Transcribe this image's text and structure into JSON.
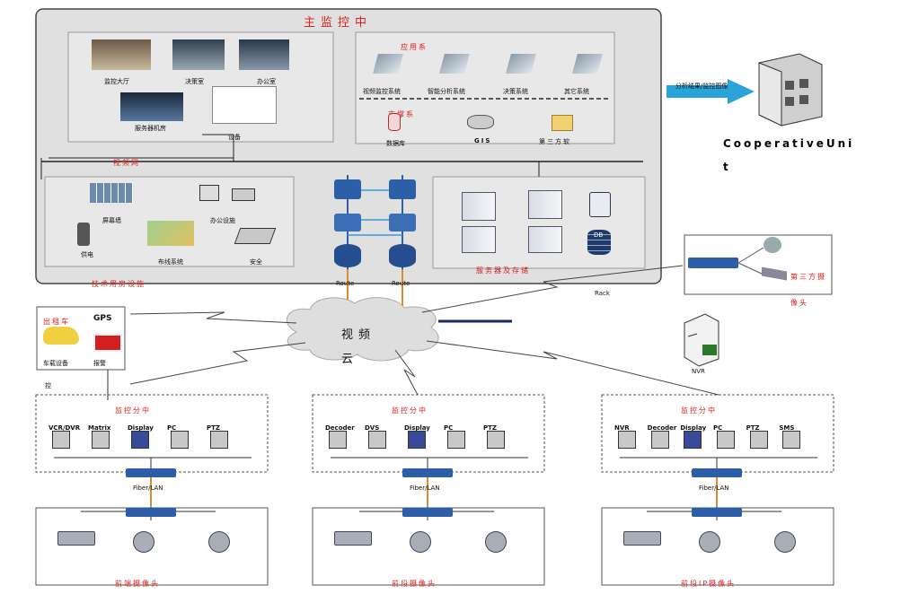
{
  "main_center": {
    "title": "主监控中",
    "rooms": [
      "监控大厅",
      "决策室",
      "办公室"
    ],
    "server_room_label": "服务器机房",
    "equipment_label": "设备",
    "app_system": {
      "title": "应用系",
      "items": [
        "视频监控系统",
        "智能分析系统",
        "决策系统",
        "其它系统"
      ]
    },
    "support_system": {
      "title": "支撑系",
      "items": [
        "数据库",
        "GIS",
        "第三方软"
      ]
    },
    "network_label": "视频网",
    "tech_room": {
      "title": "技术用房设施",
      "items": [
        "屏幕墙",
        "办公设施",
        "供电",
        "布线系统",
        "安全"
      ]
    },
    "router_label": "Route",
    "storage": {
      "title": "服务器及存储",
      "rack_label": "Rack",
      "db_label": "DB"
    }
  },
  "cooperative": {
    "arrow_label": "分析结果/监控图像",
    "name": "CooperativeUnit"
  },
  "third_party": {
    "title": "第三方摄像头"
  },
  "cloud": {
    "label": "视频云"
  },
  "nvr": {
    "label": "NVR"
  },
  "mobile": {
    "gps": "GPS",
    "vehicle": "出租车",
    "vehicle_sub": "车载设备",
    "alarm": "报警",
    "control": "控"
  },
  "branches": [
    {
      "title": "监控分中",
      "devices": [
        "VCR/DVR",
        "Matrix",
        "Display",
        "PC",
        "PTZ"
      ],
      "switch_label": "Fiber/LAN",
      "front_title": "前端摄像头"
    },
    {
      "title": "监控分中",
      "devices": [
        "Decoder",
        "DVS",
        "Display",
        "PC",
        "PTZ"
      ],
      "switch_label": "Fiber/LAN",
      "front_title": "前段摄像头"
    },
    {
      "title": "监控分中",
      "devices": [
        "NVR",
        "Decoder",
        "Display",
        "PC",
        "PTZ",
        "SMS"
      ],
      "switch_label": "Fiber/LAN",
      "front_title": "前段IP摄像头"
    }
  ],
  "colors": {
    "accent": "#e0201a",
    "router": "#2d5fa8",
    "arrow": "#2aa4d8",
    "frame": "#e0e0e0"
  }
}
